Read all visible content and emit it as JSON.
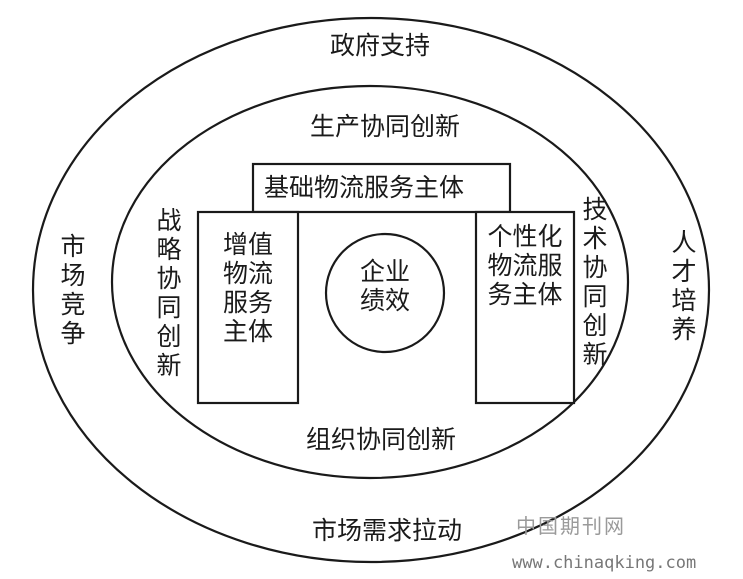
{
  "outer_ring": {
    "top": "政府支持",
    "bottom": "市场需求拉动",
    "left": "市场竞争",
    "right": "人才培养"
  },
  "inner_ring": {
    "top": "生产协同创新",
    "bottom": "组织协同创新",
    "left": "战略协同创新",
    "right": "技术协同创新"
  },
  "boxes": {
    "top": "基础物流服务主体",
    "left": "增值物流服务主体",
    "right": "个性化物流服务主体"
  },
  "center": "企业绩效",
  "watermark": {
    "line1": "中国期刊网",
    "line2": "www.chinaqking.com"
  }
}
